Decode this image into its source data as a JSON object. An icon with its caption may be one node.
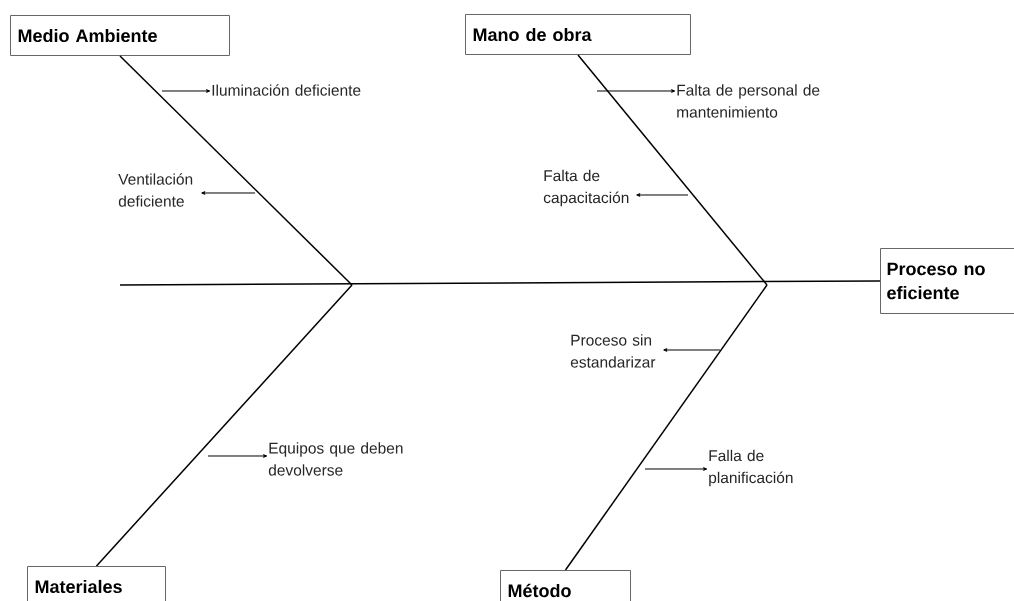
{
  "diagram": {
    "nodes": [
      {
        "text": [
          "Medio Ambiente"
        ]
      },
      {
        "text": [
          "Mano de obra"
        ]
      },
      {
        "text": [
          "Iluminación deficiente"
        ]
      },
      {
        "text": [
          "Falta de personal de mantenimiento"
        ]
      },
      {
        "text": [
          "Ventilación deficiente"
        ]
      },
      {
        "text": [
          "Falta de capacitación"
        ]
      },
      {
        "text": [
          "Proceso no eficiente"
        ]
      },
      {
        "text": [
          "Proceso sin estandarizar"
        ]
      },
      {
        "text": [
          "Equipos que deben devolverse"
        ]
      },
      {
        "text": [
          "Falla de planificación"
        ]
      },
      {
        "text": [
          "Materiales"
        ]
      },
      {
        "text": [
          "Método"
        ]
      }
    ],
    "edges": [
      {
        "from": null,
        "to": 6,
        "arrow": "none"
      },
      {
        "from": 0,
        "to": null,
        "arrow": "none"
      },
      {
        "from": 1,
        "to": null,
        "arrow": "none"
      },
      {
        "from": 10,
        "to": null,
        "arrow": "none"
      },
      {
        "from": 11,
        "to": null,
        "arrow": "none"
      },
      {
        "from": null,
        "to": 2,
        "arrow": "to"
      },
      {
        "from": null,
        "to": 3,
        "arrow": "to"
      },
      {
        "from": null,
        "to": 4,
        "arrow": "to"
      },
      {
        "from": null,
        "to": 5,
        "arrow": "to"
      },
      {
        "from": null,
        "to": 7,
        "arrow": "to"
      },
      {
        "from": null,
        "to": 8,
        "arrow": "to"
      },
      {
        "from": null,
        "to": 9,
        "arrow": "to"
      }
    ]
  }
}
